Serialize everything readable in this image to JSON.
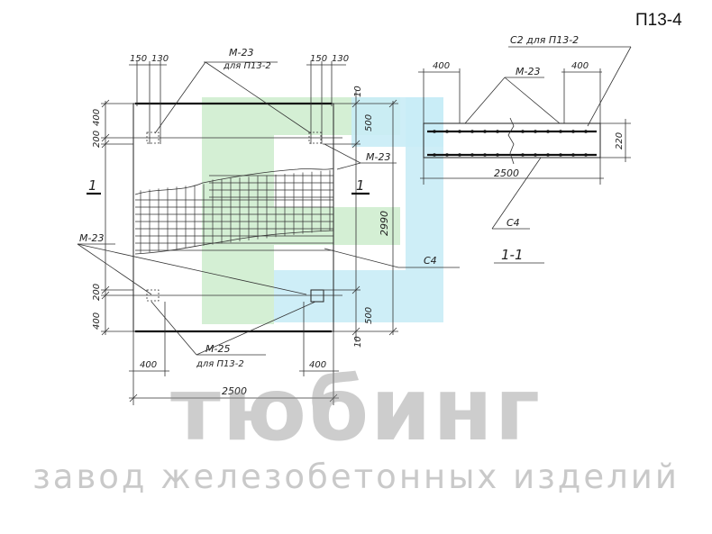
{
  "sheet_code": "П13-4",
  "plan": {
    "section_mark_left": "1",
    "section_mark_right": "1",
    "dims": {
      "top_150": "150",
      "top_130": "130",
      "top_150_right": "150",
      "top_130_right": "130",
      "left_400": "400",
      "left_200": "200",
      "left_200_bottom": "200",
      "left_400_bottom": "400",
      "right_10_top": "10",
      "right_500_top": "500",
      "right_2990": "2990",
      "right_500_bottom": "500",
      "right_10_bottom": "10",
      "bottom_400_left": "400",
      "bottom_400_right": "400",
      "bottom_2500": "2500"
    },
    "callouts": {
      "m23_top": "М-23",
      "m23_top_note": "для П13-2",
      "m23_right": "М-23",
      "m23_left": "М-23",
      "m25_bottom": "М-25",
      "m25_bottom_note": "для П13-2",
      "c4": "С4"
    }
  },
  "section": {
    "title": "1-1",
    "callout_c2": "С2 для П13-2",
    "callout_m23": "М-23",
    "callout_c4": "С4",
    "dims": {
      "left_400": "400",
      "right_400": "400",
      "height_220": "220",
      "width_2500": "2500"
    }
  },
  "watermark": {
    "title": "тюбинг",
    "subtitle": "завод железобетонных изделий",
    "colors": {
      "green": "#cdeccd",
      "blue": "#c9ecf6",
      "gray": "#8a8a8a"
    }
  }
}
